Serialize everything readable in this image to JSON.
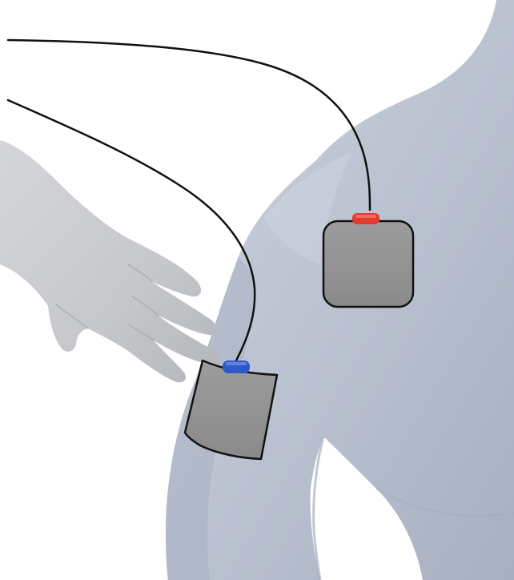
{
  "colors": {
    "background": "#ffffff",
    "skin": "#b9c0cf",
    "skin_shadow": "#9aa3b4",
    "skin_highlight": "#d6dbe4",
    "hand": "#c9cbce",
    "hand_shadow": "#a7aaae",
    "pad_fill": "#8f8f8f",
    "pad_fill_light": "#a8a8a8",
    "pad_stroke": "#111111",
    "wire": "#111111",
    "connector_red": "#e23b2f",
    "connector_blue": "#2f58c8"
  },
  "icons": {
    "torso": "human-torso-shoulder-arm",
    "hand": "hand-touching",
    "pad_upper": "electrode-pad-red-connector",
    "pad_lower": "electrode-pad-blue-connector",
    "wires": "lead-wires"
  }
}
